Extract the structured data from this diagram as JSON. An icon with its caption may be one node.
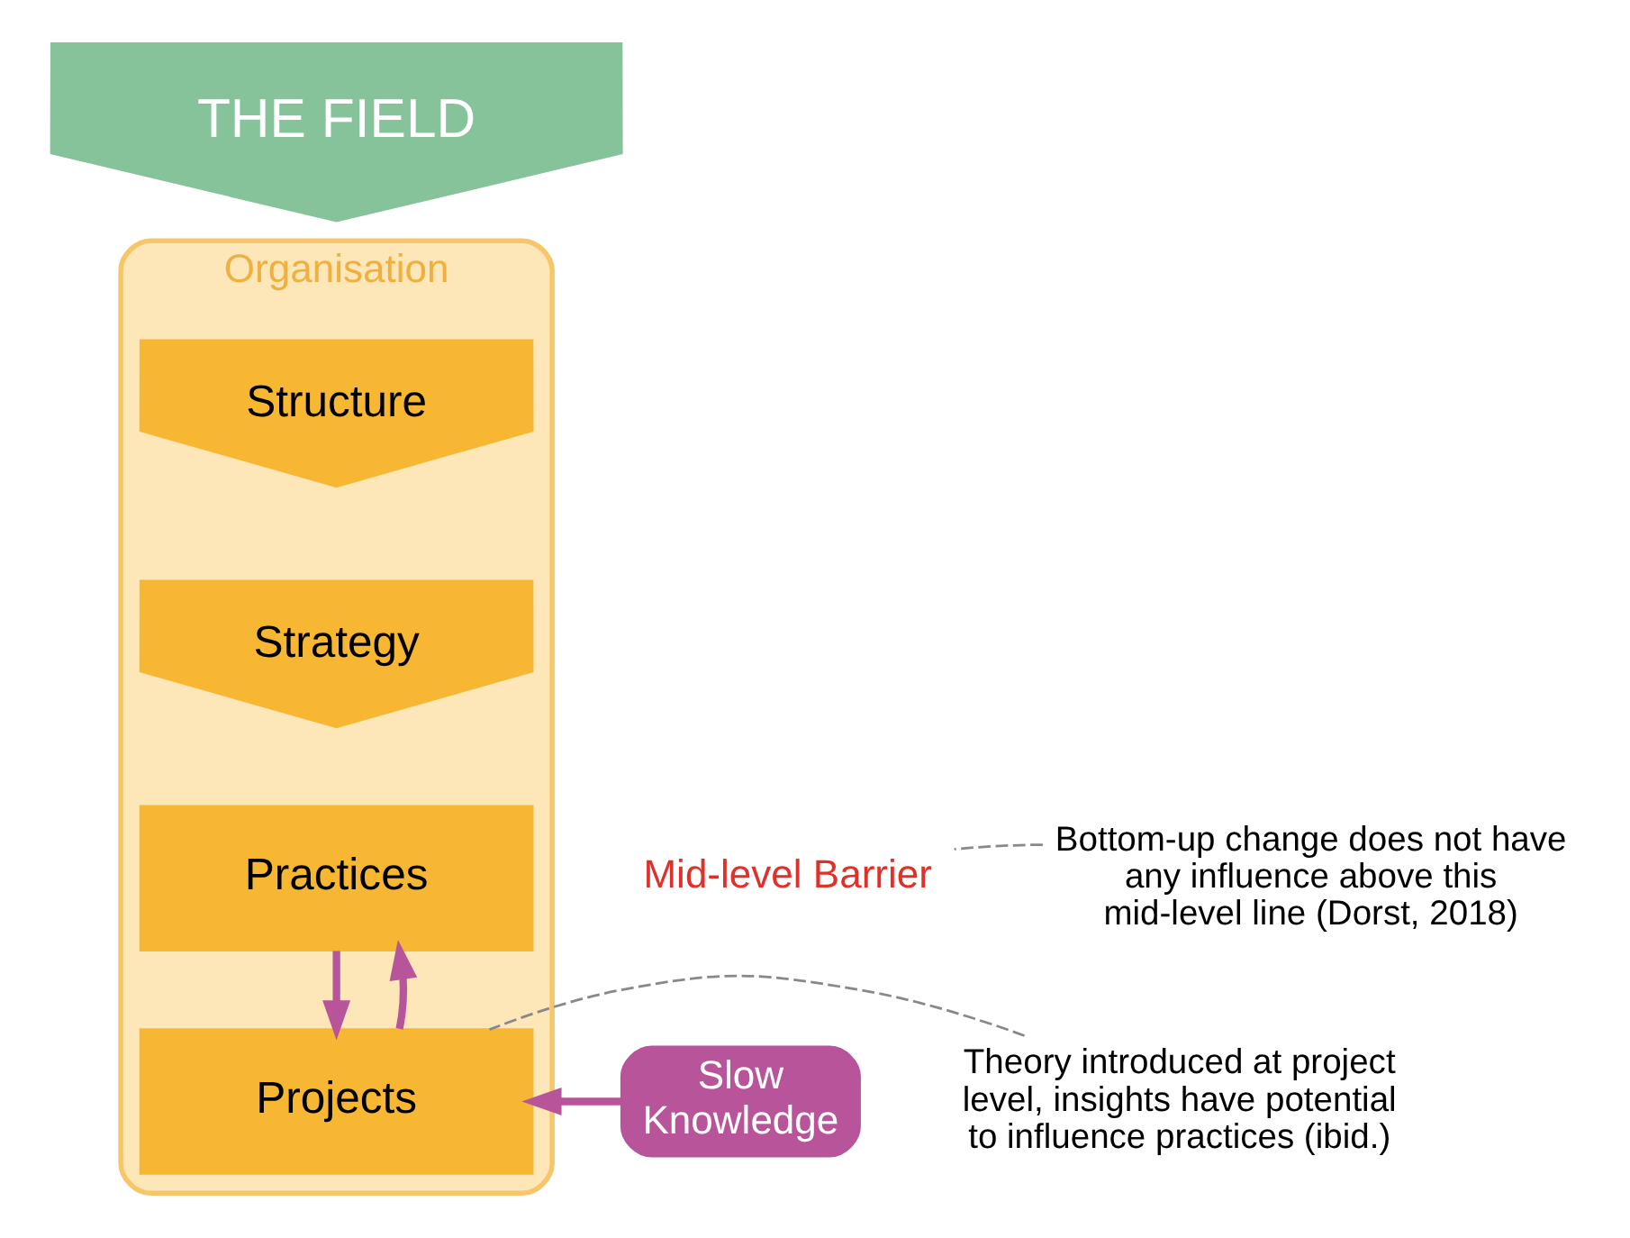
{
  "diagram": {
    "nodes": [
      {
        "text": [
          "THE FIELD"
        ]
      },
      {
        "text": [
          "Organisation"
        ]
      },
      {
        "text": [
          "Structure"
        ],
        "in": 1
      },
      {
        "text": [
          "Strategy"
        ],
        "in": 1
      },
      {
        "text": [
          "Practices"
        ],
        "in": 1
      },
      {
        "text": [
          "Projects"
        ],
        "in": 1
      },
      {
        "text": [
          "Slow Knowledge"
        ]
      },
      {
        "text": [
          "Mid-level Barrier"
        ]
      },
      {
        "text": [
          "Bottom-up change does not have any influence above this mid-level line (Dorst, 2018)"
        ]
      },
      {
        "text": [
          "Theory introduced at project level, insights have potential to influence practices (ibid.)"
        ]
      }
    ],
    "edges": [
      {
        "from": 4,
        "to": 5,
        "arrow": "to"
      },
      {
        "from": 5,
        "to": 4,
        "arrow": "to"
      },
      {
        "from": 6,
        "to": 5,
        "arrow": "to"
      },
      {
        "from": 8,
        "to": 7,
        "arrow": "none",
        "style": "dashed",
        "color": "#888888"
      },
      {
        "from": 9,
        "to": 5,
        "arrow": "none",
        "style": "dashed",
        "color": "#888888"
      }
    ]
  }
}
